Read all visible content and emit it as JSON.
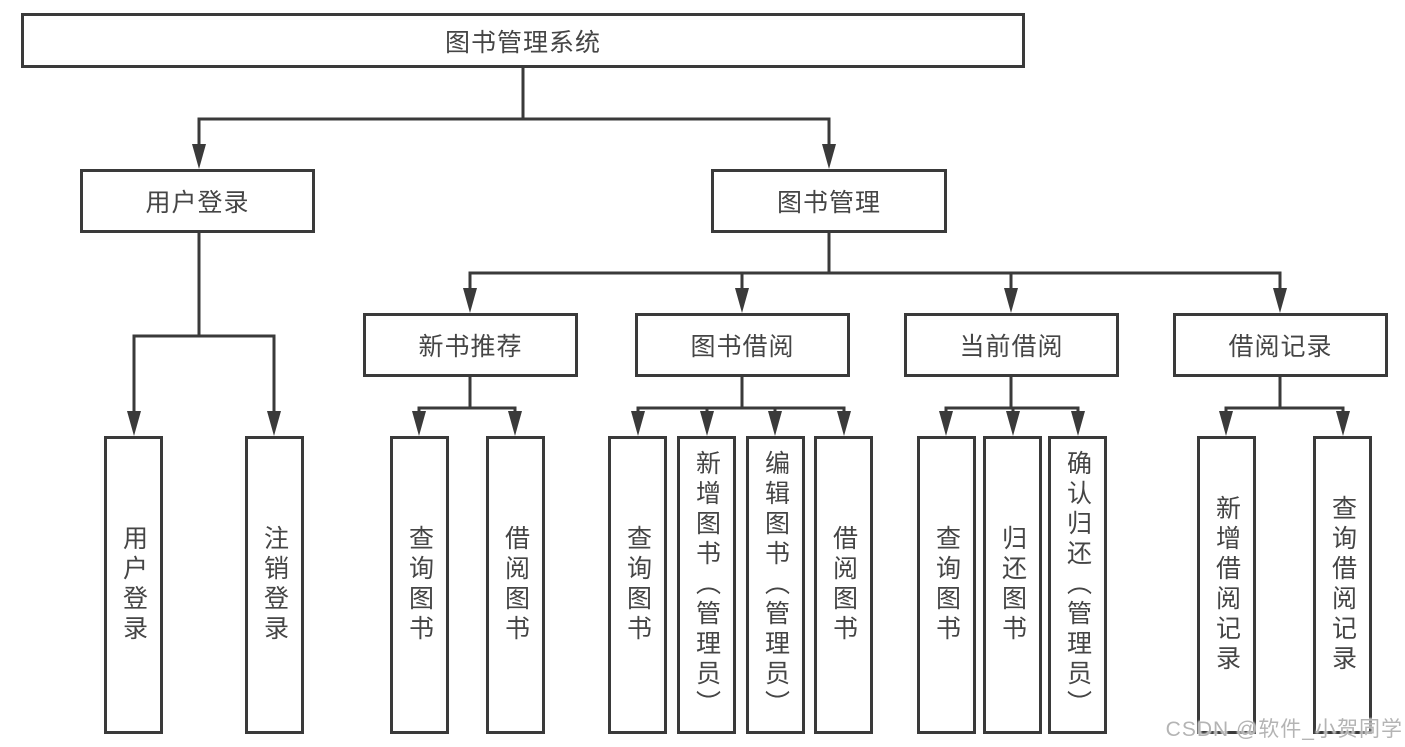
{
  "watermark": "CSDN @软件_小贺同学",
  "colors": {
    "line": "#3a3a3a",
    "text": "#454545",
    "watermark": "#b4b4b4",
    "background": "#ffffff"
  },
  "tree": {
    "root": {
      "label": "图书管理系统"
    },
    "branches": [
      {
        "label": "用户登录",
        "children": [
          {
            "label": "用户登录"
          },
          {
            "label": "注销登录"
          }
        ]
      },
      {
        "label": "图书管理",
        "children": [
          {
            "label": "新书推荐",
            "children": [
              {
                "label": "查询图书"
              },
              {
                "label": "借阅图书"
              }
            ]
          },
          {
            "label": "图书借阅",
            "children": [
              {
                "label": "查询图书"
              },
              {
                "label": "新增图书（管理员）"
              },
              {
                "label": "编辑图书（管理员）"
              },
              {
                "label": "借阅图书"
              }
            ]
          },
          {
            "label": "当前借阅",
            "children": [
              {
                "label": "查询图书"
              },
              {
                "label": "归还图书"
              },
              {
                "label": "确认归还（管理员）"
              }
            ]
          },
          {
            "label": "借阅记录",
            "children": [
              {
                "label": "新增借阅记录"
              },
              {
                "label": "查询借阅记录"
              }
            ]
          }
        ]
      }
    ]
  }
}
